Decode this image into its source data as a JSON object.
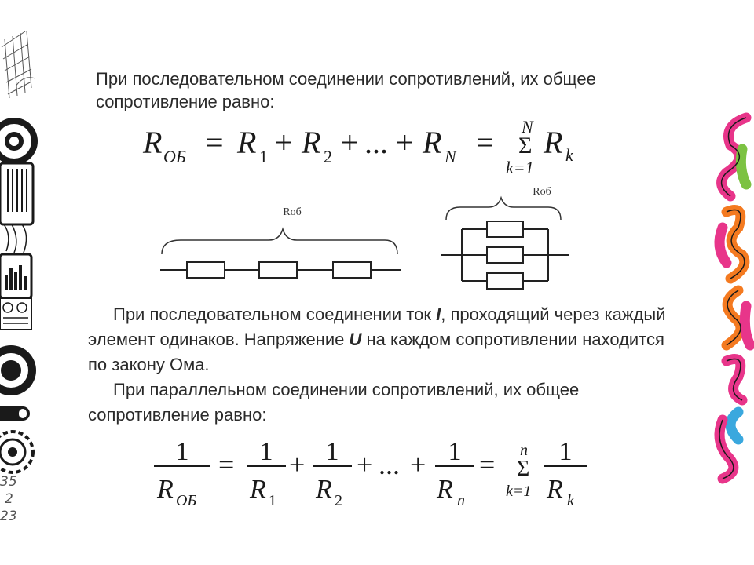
{
  "slide": {
    "intro_series": "При последовательном соединении сопротивлений, их общее сопротивление равно:",
    "series_current_1": "При последовательном соединении ток",
    "current_symbol": "I",
    "series_current_2": ", проходящий через каждый элемент одинаков. Напряжение",
    "voltage_symbol": "U",
    "series_current_3": "на каждом сопротивлении находится по закону Ома.",
    "intro_parallel": "При параллельном соединении сопротивлений, их общее сопротивление равно:"
  },
  "formula_series": {
    "R": "R",
    "sub_total": "ОБ",
    "sub_1": "1",
    "sub_2": "2",
    "sub_N": "N",
    "sub_k": "k",
    "eq": "=",
    "plus": "+",
    "dots": "...",
    "sum": "Σ",
    "sum_upper": "N",
    "sum_lower": "k=1"
  },
  "formula_parallel": {
    "one": "1",
    "R": "R",
    "sub_total": "ОБ",
    "sub_1": "1",
    "sub_2": "2",
    "sub_n": "n",
    "sub_k": "k",
    "eq": "=",
    "plus": "+",
    "dots": "...",
    "sum": "Σ",
    "sum_upper": "n",
    "sum_lower": "k=1"
  },
  "diagrams": {
    "series_label": "Rоб",
    "parallel_label": "Rоб"
  },
  "decor": {
    "left_numbers": [
      "35",
      "2",
      "23"
    ]
  },
  "colors": {
    "text": "#2a2a2a",
    "ink": "#1a1a1a",
    "brain_pink": "#e8358a",
    "brain_orange": "#f47a20",
    "brain_green": "#7cc242",
    "brain_blue": "#3aa8de"
  }
}
